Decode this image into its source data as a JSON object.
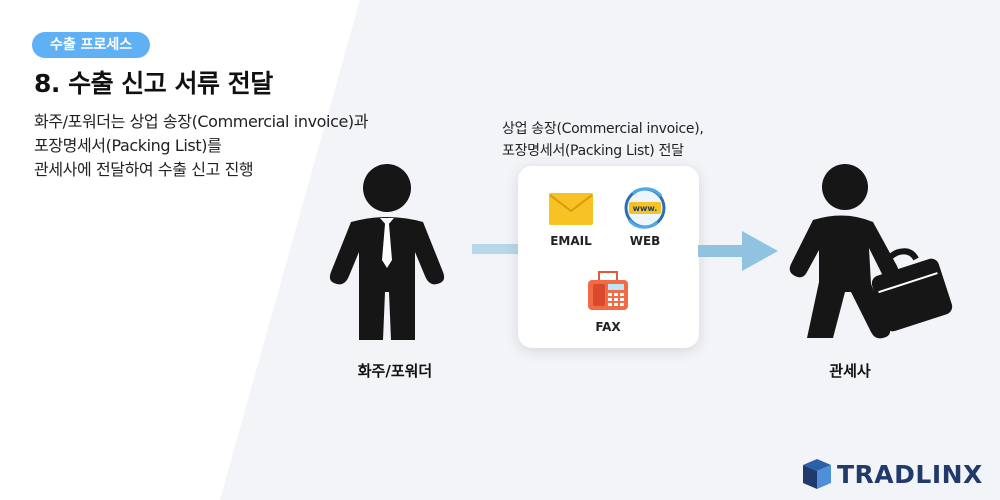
{
  "badge": "수출 프로세스",
  "title": "8. 수출 신고 서류 전달",
  "description": [
    "화주/포워더는 상업 송장(Commercial invoice)과",
    "포장명세서(Packing List)를",
    "관세사에 전달하여 수출 신고 진행"
  ],
  "flow_caption": [
    "상업 송장(Commercial invoice),",
    "포장명세서(Packing List) 전달"
  ],
  "channels": {
    "email": "EMAIL",
    "web": "WEB",
    "web_icon_text": "www.",
    "fax": "FAX"
  },
  "actors": {
    "sender": "화주/포워더",
    "receiver": "관세사"
  },
  "brand": {
    "logo_text": "TRADLINX"
  },
  "colors": {
    "badge": "#5fb0f4",
    "arrow": "#8fc3df",
    "figure": "#161616",
    "logo": "#1f3a6b"
  }
}
